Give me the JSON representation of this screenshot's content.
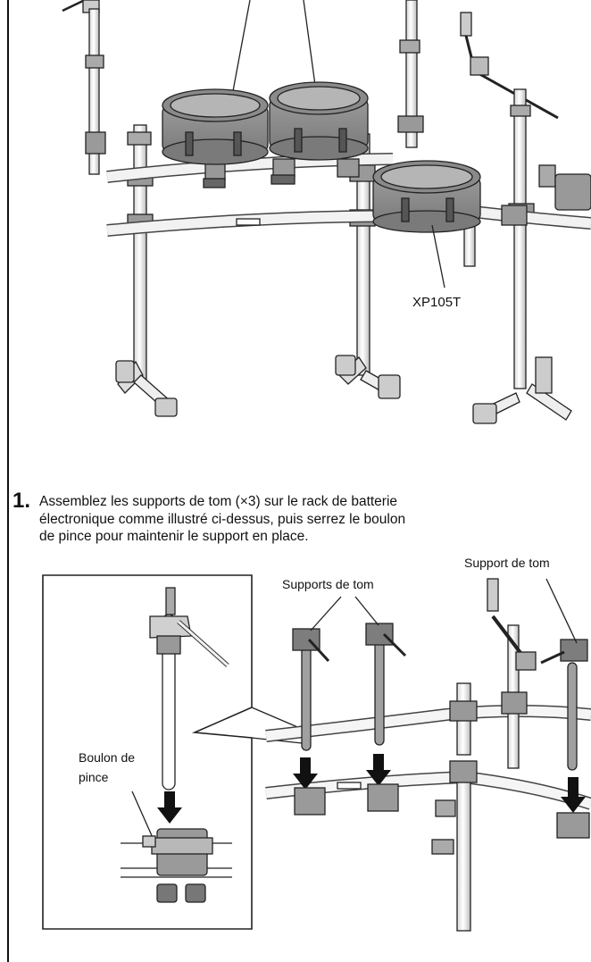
{
  "labels": {
    "pad_model": "XP105T",
    "supports_de_tom": "Supports de tom",
    "support_de_tom": "Support de tom",
    "boulon_line1": "Boulon de",
    "boulon_line2": "pince"
  },
  "step": {
    "number": "1.",
    "line1": "Assemblez les supports de tom (×3) sur le rack de batterie",
    "line2": "électronique comme illustré ci-dessus, puis serrez le boulon",
    "line3": "de pince pour maintenir le support en place."
  },
  "icons": [
    "drum-rack-illustration",
    "tom-holder-assembly-illustration",
    "arrow-down-icon"
  ]
}
